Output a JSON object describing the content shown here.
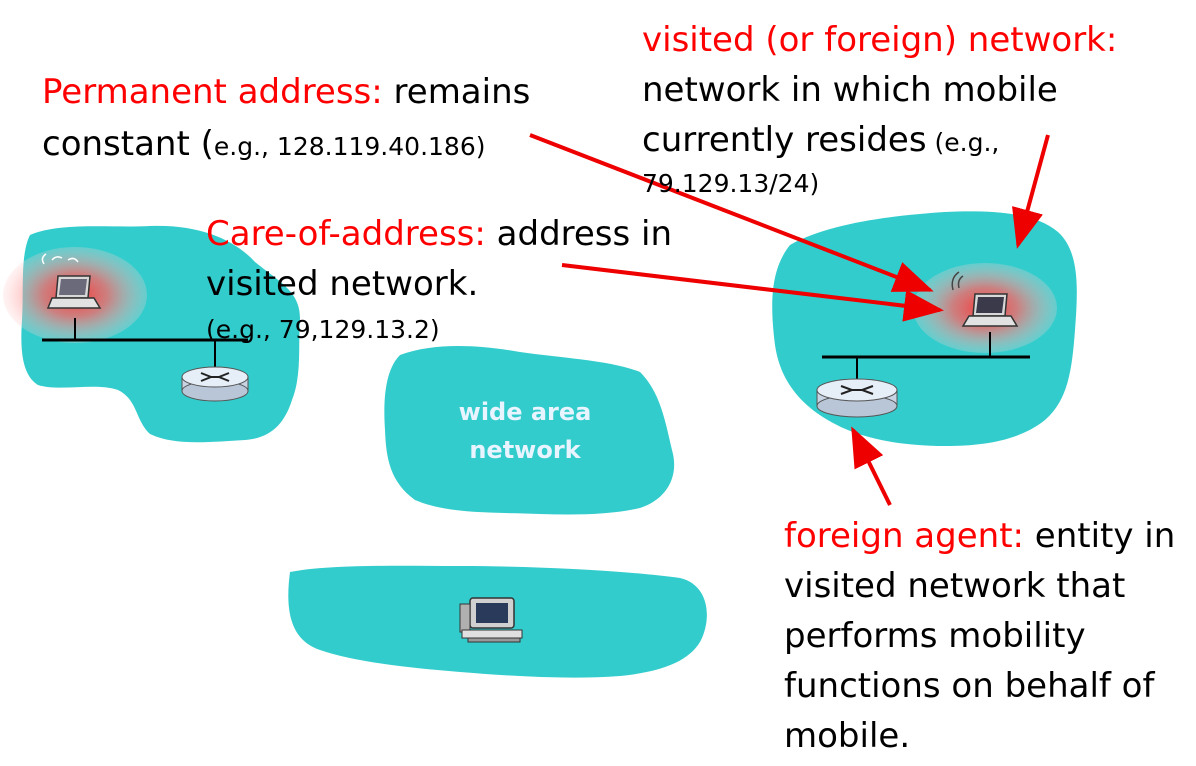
{
  "permanent": {
    "term": "Permanent address:",
    "rest": " remains",
    "line2_main": "constant (",
    "line2_small": "e.g., 128.119.40.186)"
  },
  "visited": {
    "term": "visited (or foreign) network:",
    "line2": "network in which mobile",
    "line3_main": "currently resides",
    "line3_small": " (e.g.,",
    "line4": "79.129.13/24)"
  },
  "careof": {
    "term": "Care-of-address:",
    "rest": " address in",
    "line2": "visited network.",
    "line3": "(e.g., 79,129.13.2)"
  },
  "wan": {
    "line1": "wide area",
    "line2": "network"
  },
  "agent": {
    "term": "foreign agent:",
    "rest": " entity in",
    "line2": "visited network that",
    "line3": "performs mobility",
    "line4": "functions on behalf of",
    "line5": "mobile."
  },
  "colors": {
    "cloud": "#33cccc",
    "highlight": "#ff0000",
    "arrow": "#ee0000"
  },
  "icons": [
    "laptop-icon",
    "router-icon",
    "desktop-computer-icon"
  ]
}
